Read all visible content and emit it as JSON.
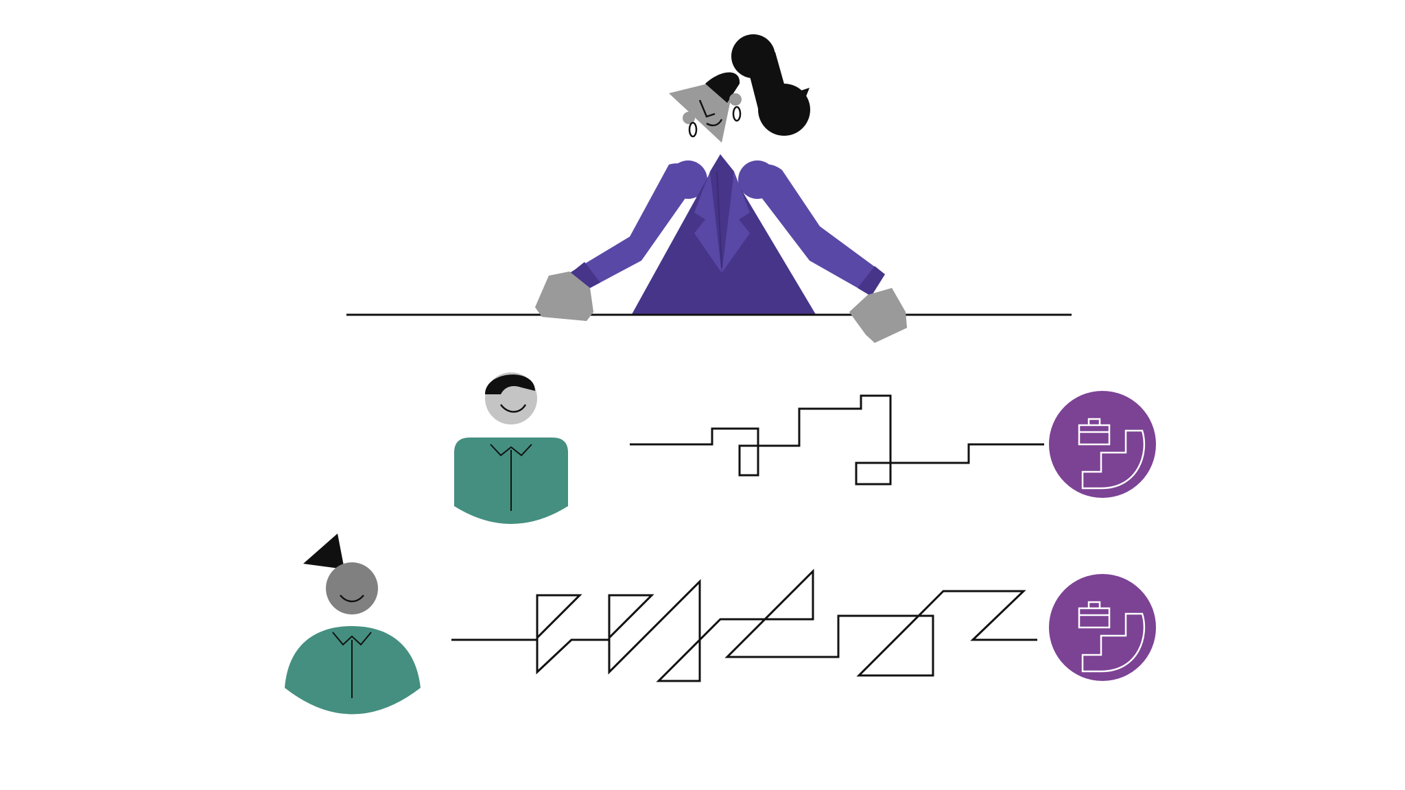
{
  "scene": {
    "type": "illustration",
    "background": "#ffffff",
    "palette": {
      "purple_jacket": "#5a48a6",
      "purple_jacket_dark": "#47358a",
      "teal_shirt": "#448f80",
      "gray_skin": "#9a9a9a",
      "light_gray_skin": "#c4c4c4",
      "dark_gray_skin": "#808080",
      "hair": "#111011",
      "career_badge": "#7c4294",
      "line": "#111111"
    },
    "figures": [
      {
        "id": "manager",
        "description": "woman-with-ponytail-behind-desk"
      },
      {
        "id": "employee-1",
        "description": "person-with-short-hair"
      },
      {
        "id": "employee-2",
        "description": "person-with-bun"
      }
    ],
    "icons": [
      "briefcase-staircase-icon",
      "briefcase-staircase-icon"
    ]
  }
}
